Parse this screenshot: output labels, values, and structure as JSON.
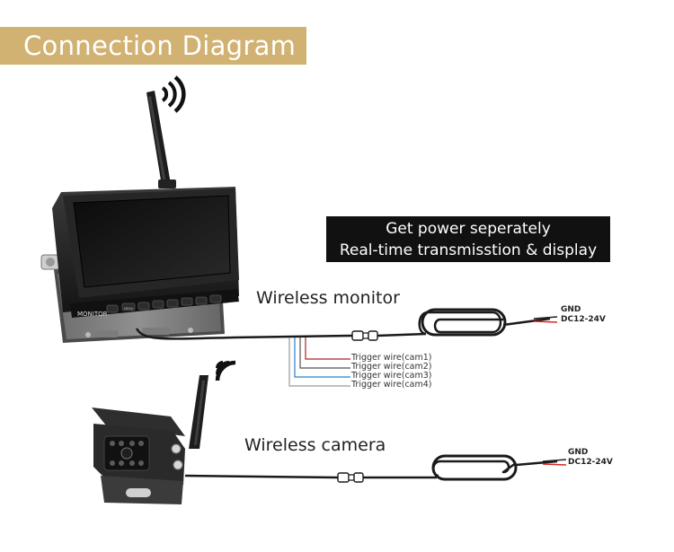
{
  "header": {
    "title": "Connection Diagram"
  },
  "info_box": {
    "line1": "Get power seperately",
    "line2": "Real-time transmisstion & display"
  },
  "monitor": {
    "label": "Wireless monitor",
    "brand": "MONITOR",
    "button_labels": [
      "MENU"
    ],
    "power_labels": {
      "gnd": "GND",
      "dc": "DC12-24V"
    },
    "trigger_wires": [
      {
        "label": "Trigger wire(cam1)",
        "color": "#b02020"
      },
      {
        "label": "Trigger wire(cam2)",
        "color": "#555555"
      },
      {
        "label": "Trigger wire(cam3)",
        "color": "#2a7fd0"
      },
      {
        "label": "Trigger wire(cam4)",
        "color": "#9a9a9a"
      }
    ]
  },
  "camera": {
    "label": "Wireless camera",
    "power_labels": {
      "gnd": "GND",
      "dc": "DC12-24V"
    }
  },
  "colors": {
    "banner": "#d1b273",
    "power_red": "#d8281e",
    "cable": "#1a1a1a"
  }
}
